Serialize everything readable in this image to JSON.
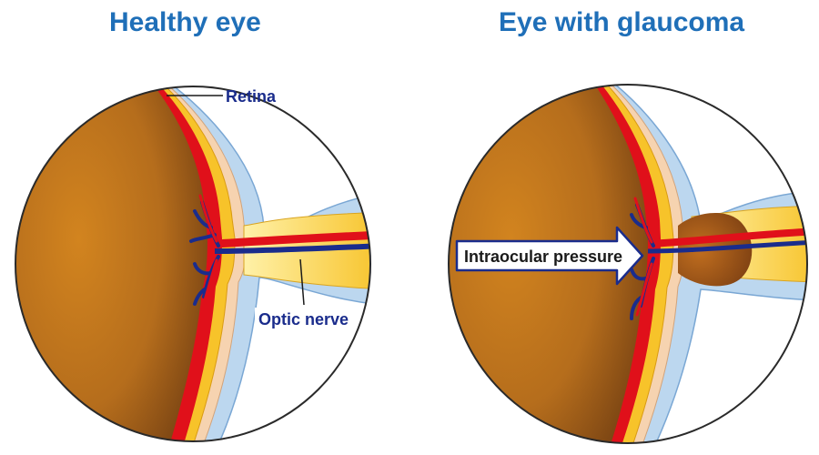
{
  "diagram": {
    "titles": {
      "healthy": "Healthy eye",
      "glaucoma": "Eye with glaucoma"
    },
    "labels": {
      "retina": "Retina",
      "optic_nerve": "Optic nerve",
      "pressure": "Intraocular pressure"
    },
    "colors": {
      "title_blue": "#1f6fb8",
      "eye_brown": "#b7701f",
      "retina_yellow": "#f7c32a",
      "sclera_blue": "#bcd7ef",
      "vessel_red": "#e0101a",
      "vessel_blue": "#1a2c8c",
      "circle_outline": "#2a2a2a"
    }
  }
}
